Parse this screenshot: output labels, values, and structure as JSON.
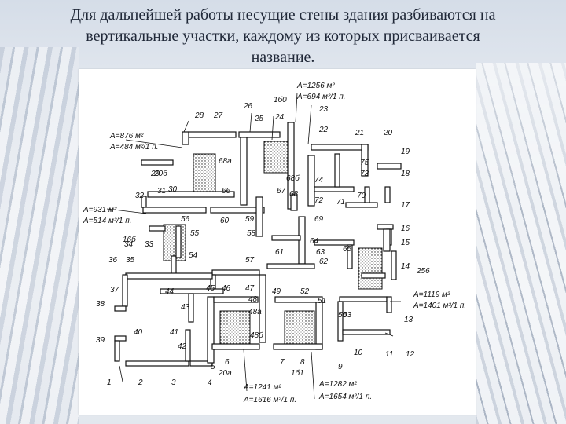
{
  "heading": {
    "line1": "Для дальнейшей работы несущие стены здания разбиваются на",
    "line2": "вертикальные участки, каждому из которых присваивается",
    "line3": "название."
  },
  "areas": {
    "top_1": "А=1256 м²",
    "top_2": "А=694 м²/1 п.",
    "left_1": "А=876 м²",
    "left_2": "А=484 м²/1 п.",
    "mid_1": "А=931 м²",
    "mid_2": "А=514 м²/1 п.",
    "right_1": "А=1119 м²",
    "right_2": "А=1401 м²/1 п.",
    "bot_left_1": "А=1241 м²",
    "bot_left_2": "А=1616 м²/1 п.",
    "bot_right_1": "А=1282 м²",
    "bot_right_2": "А=1654 м²/1 п."
  },
  "labels": [
    "28",
    "27",
    "26",
    "25",
    "24",
    "23",
    "22",
    "21",
    "20",
    "19",
    "18",
    "17",
    "16",
    "15",
    "14",
    "13",
    "12",
    "11",
    "10",
    "9",
    "8",
    "7",
    "6",
    "5",
    "4",
    "3",
    "2",
    "1",
    "29",
    "30",
    "31",
    "32",
    "33",
    "34",
    "35",
    "36",
    "37",
    "38",
    "39",
    "40",
    "41",
    "42",
    "43",
    "44",
    "45",
    "46",
    "47",
    "48",
    "49",
    "50",
    "51",
    "52",
    "53",
    "54",
    "55",
    "56",
    "57",
    "58",
    "59",
    "60",
    "61",
    "62",
    "63",
    "64",
    "65",
    "66",
    "67",
    "68",
    "69",
    "70",
    "71",
    "72",
    "73",
    "74",
    "75",
    "68а",
    "68б",
    "48а",
    "48б",
    "20а",
    "16б",
    "256",
    "1б0",
    "20б",
    "1б1"
  ]
}
